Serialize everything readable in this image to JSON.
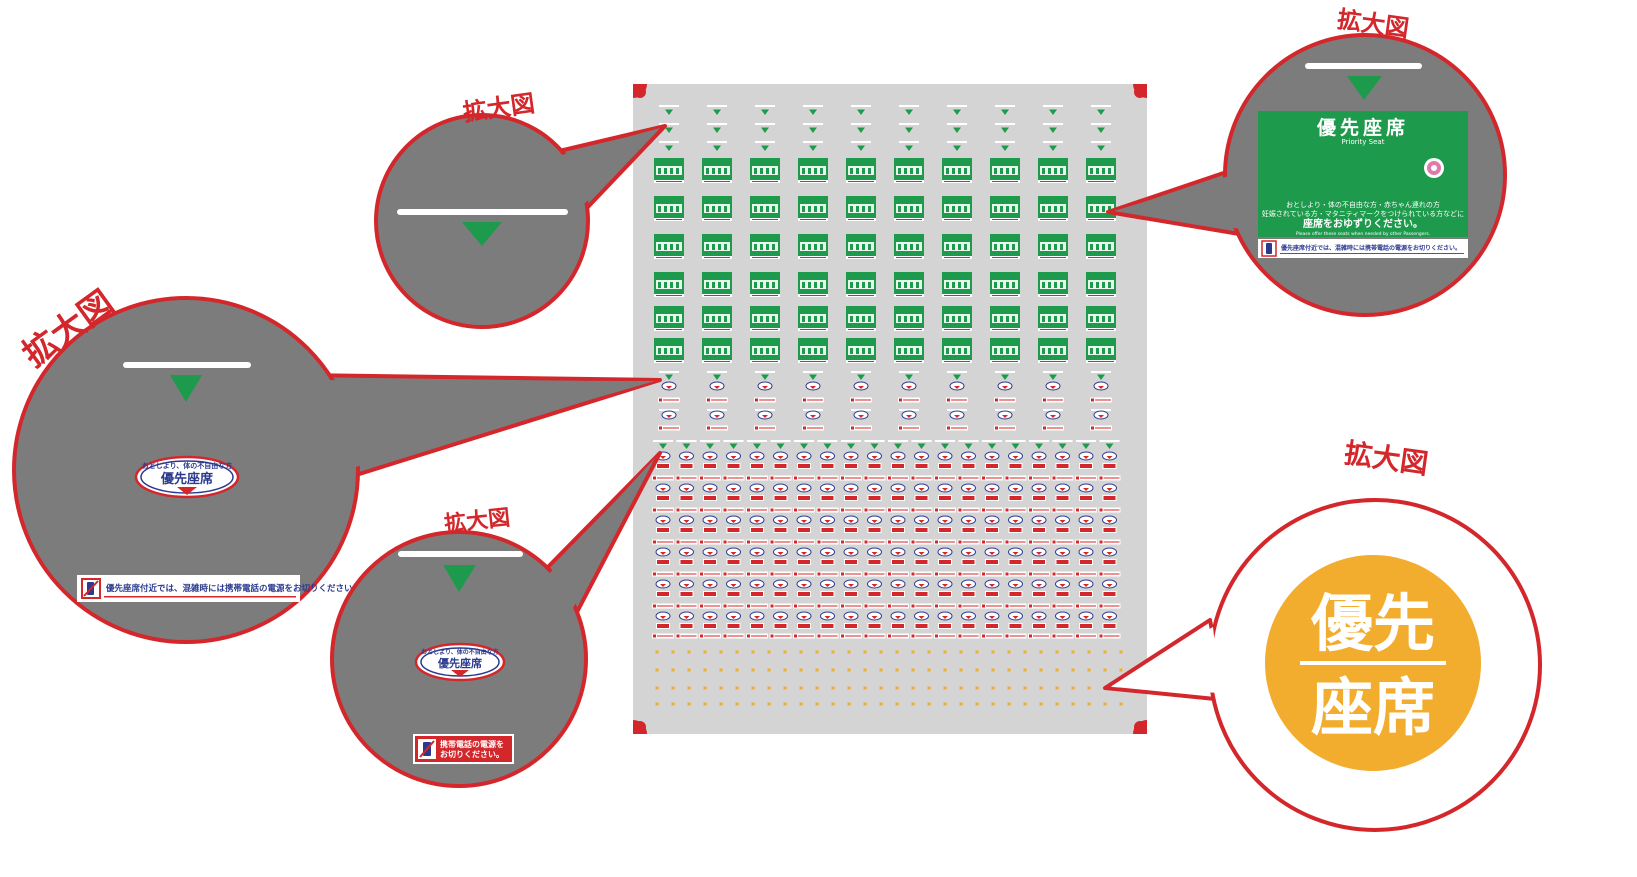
{
  "callouts": {
    "label": "拡大図"
  },
  "sticker_large": {
    "title": "優先座席",
    "subtitle": "Priority Seat",
    "line1": "おとしより・体の不自由な方・赤ちゃん連れの方",
    "line2": "妊娠されている方・マタニティマークをつけられている方などに",
    "line3": "座席をおゆずりください。",
    "english": "Please offer these seats when needed by other Passengers.",
    "phone_notice": "優先座席付近では、混雑時には携帯電話の電源をお切りください。"
  },
  "oval_badge": {
    "small_text": "おとしより、体の不自由な方",
    "title": "優先座席"
  },
  "phone_panel": {
    "line1": "携帯電話の電源を",
    "line2": "お切りください。"
  },
  "seal": {
    "line1": "優先",
    "line2": "座席"
  },
  "colors": {
    "accent_red": "#d3272b",
    "sign_green": "#1e9a4c",
    "seal_orange": "#f3ad2e",
    "sheet_gray": "#d4d4d4",
    "callout_gray": "#7c7c7c"
  }
}
